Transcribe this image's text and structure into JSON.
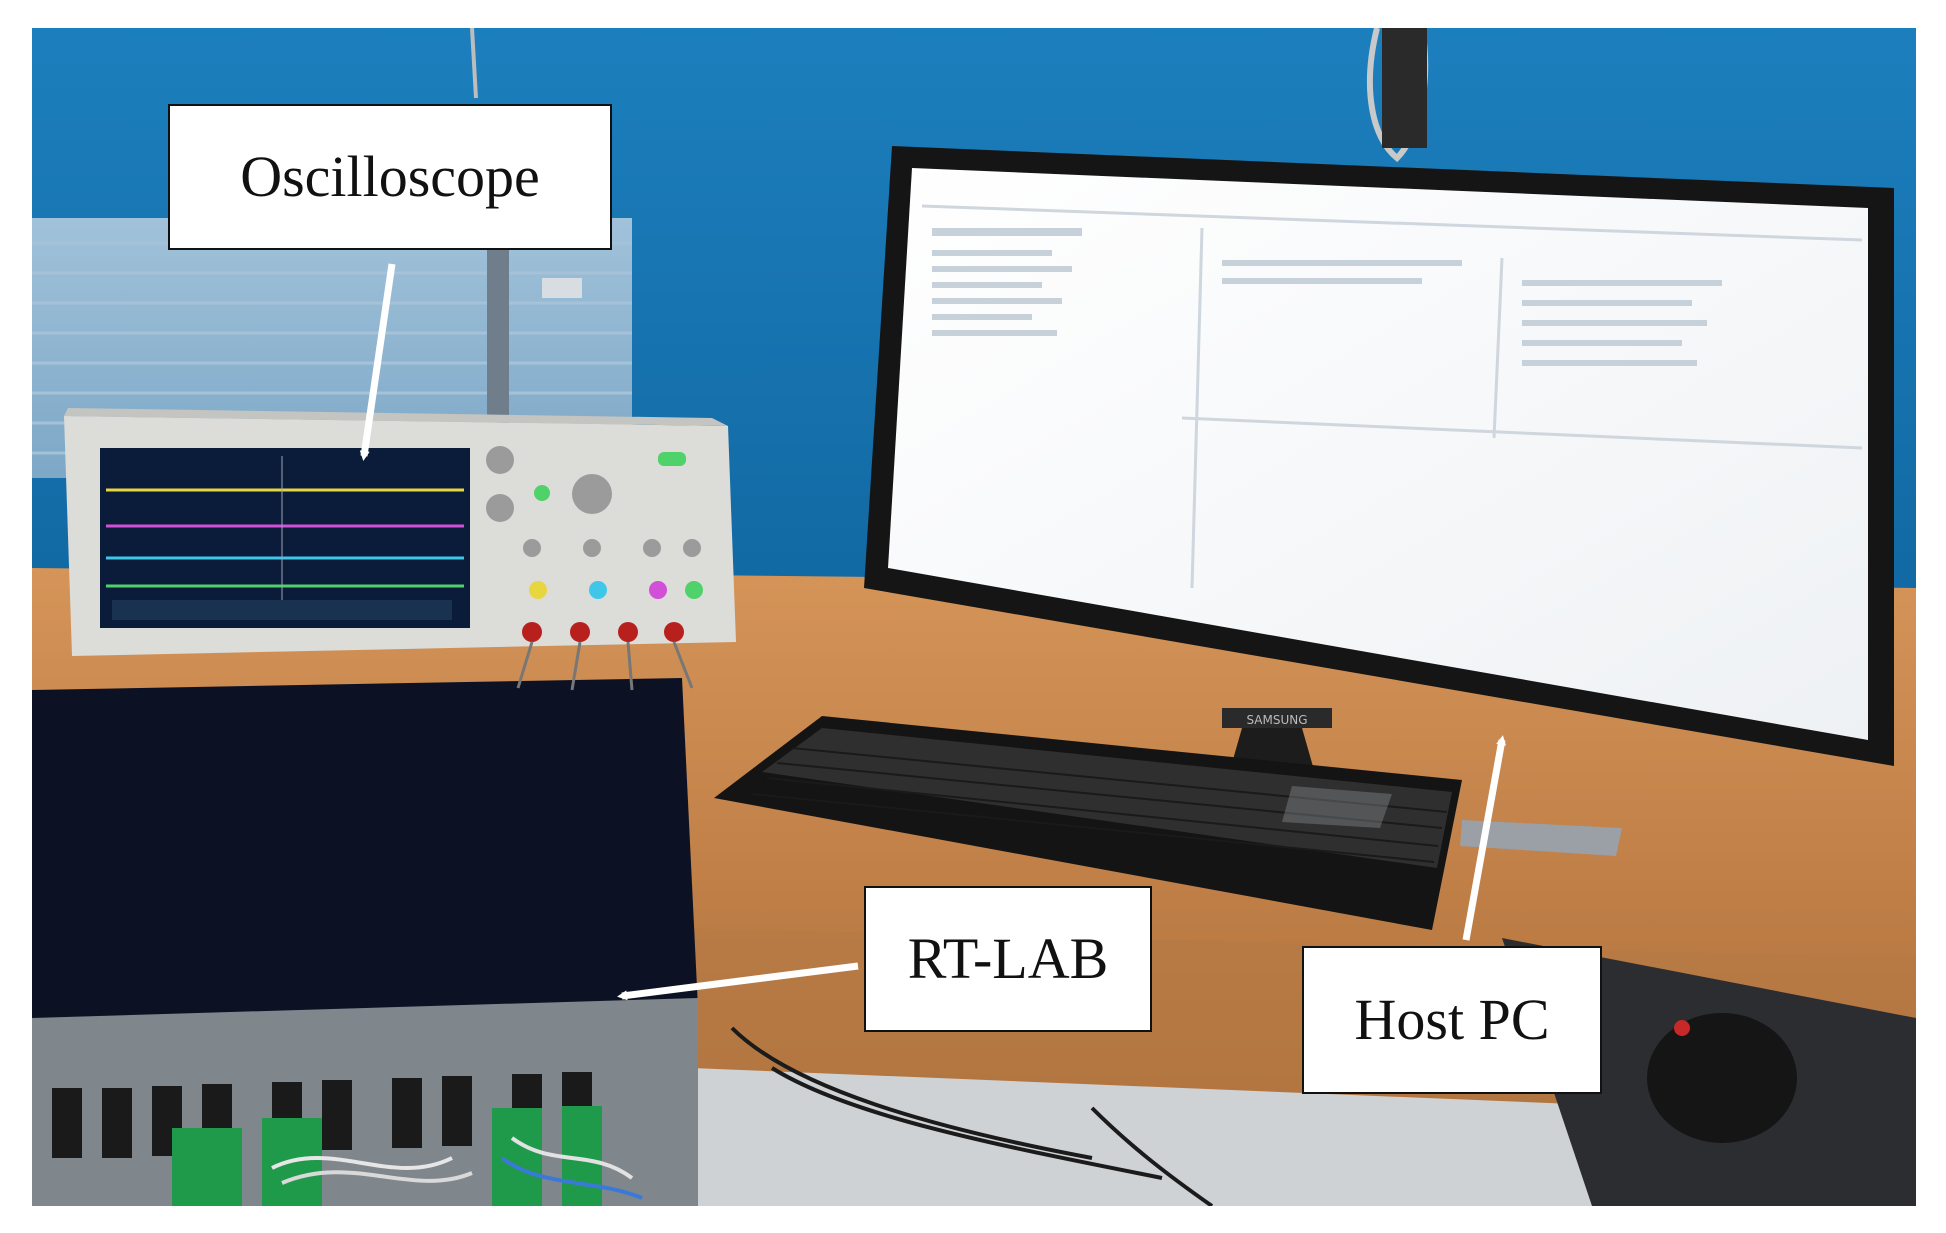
{
  "figure": {
    "labels": {
      "oscilloscope": "Oscilloscope",
      "rt_lab": "RT-LAB",
      "host_pc": "Host PC"
    },
    "colors": {
      "wall": "#1a7ab6",
      "desk": "#c98a52",
      "label_background": "#ffffff",
      "arrow": "#ffffff",
      "trace_yellow": "#e8d640",
      "trace_magenta": "#d24fd8",
      "trace_cyan": "#3fc6e8",
      "trace_green": "#4fd26a"
    }
  }
}
